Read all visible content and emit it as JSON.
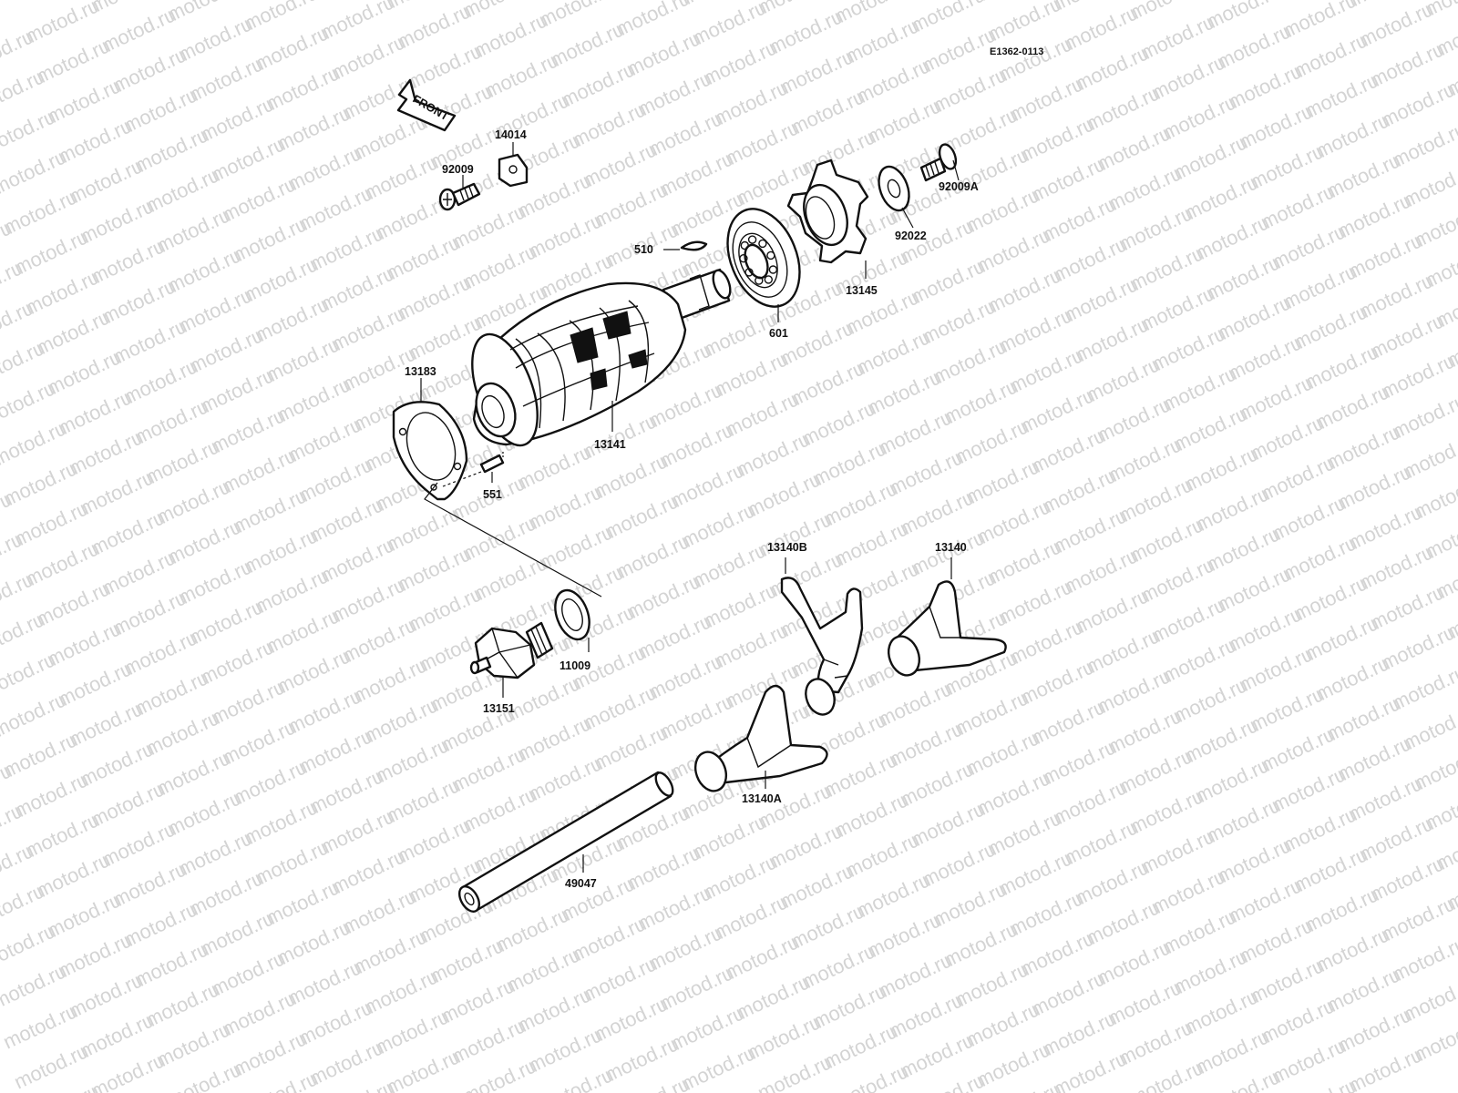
{
  "diagram": {
    "code": "E1362-0113",
    "front_label": "FRONT",
    "watermark": "motod.ru",
    "parts": [
      {
        "id": "92009",
        "label": "92009"
      },
      {
        "id": "14014",
        "label": "14014"
      },
      {
        "id": "92009A",
        "label": "92009A"
      },
      {
        "id": "92022",
        "label": "92022"
      },
      {
        "id": "510",
        "label": "510"
      },
      {
        "id": "13145",
        "label": "13145"
      },
      {
        "id": "601",
        "label": "601"
      },
      {
        "id": "13183",
        "label": "13183"
      },
      {
        "id": "13141",
        "label": "13141"
      },
      {
        "id": "551",
        "label": "551"
      },
      {
        "id": "13140B",
        "label": "13140B"
      },
      {
        "id": "13140",
        "label": "13140"
      },
      {
        "id": "11009",
        "label": "11009"
      },
      {
        "id": "13151",
        "label": "13151"
      },
      {
        "id": "13140A",
        "label": "13140A"
      },
      {
        "id": "49047",
        "label": "49047"
      }
    ]
  }
}
